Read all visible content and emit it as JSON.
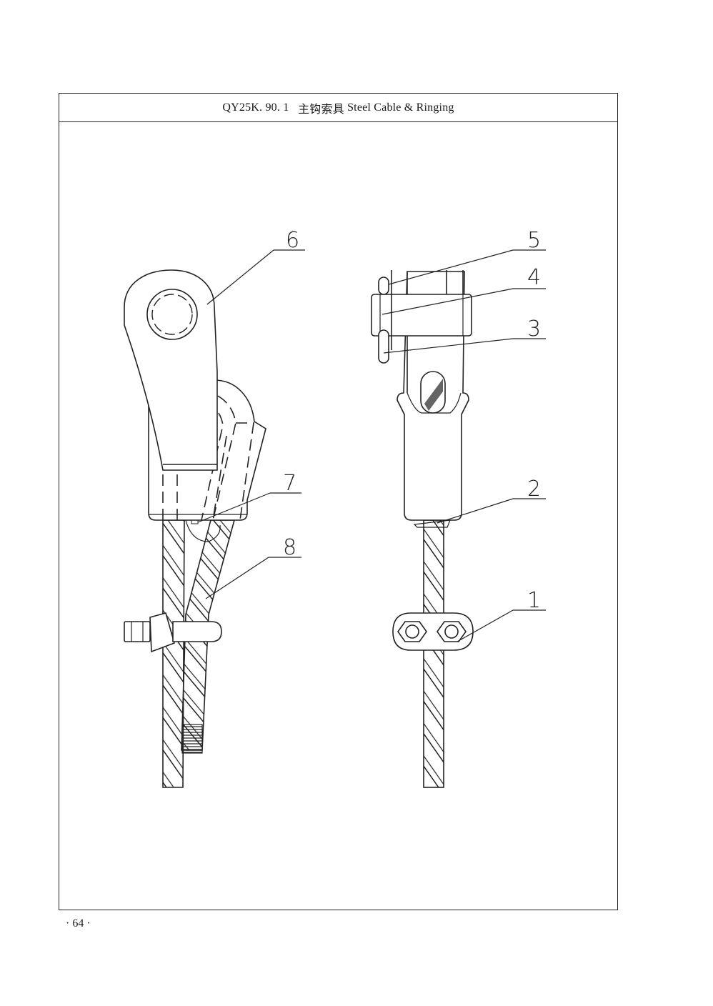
{
  "header": {
    "drawing_code": "QY25K. 90. 1",
    "title_cn": "主钩索具",
    "title_en": "Steel Cable & Ringing"
  },
  "callouts": [
    "1",
    "2",
    "3",
    "4",
    "5",
    "6",
    "7",
    "8"
  ],
  "footer": {
    "page_number": "· 64 ·"
  }
}
